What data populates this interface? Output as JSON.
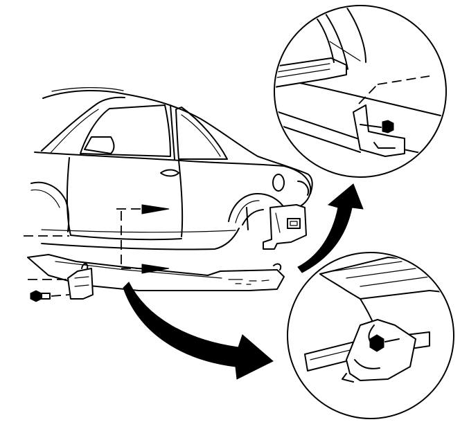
{
  "figure": {
    "background": "#ffffff",
    "line_color": "#000000",
    "parts": [
      "car-body",
      "rocker-panel-molding",
      "rear-wheel-opening-bracket",
      "front-mounting-bracket",
      "retaining-bolt",
      "detail-view-rear-attachment",
      "detail-view-clip-attachment"
    ],
    "arrows": [
      "direction-arrow-upper",
      "direction-arrow-lower",
      "callout-arrow-upper-detail",
      "callout-arrow-lower-detail"
    ]
  }
}
